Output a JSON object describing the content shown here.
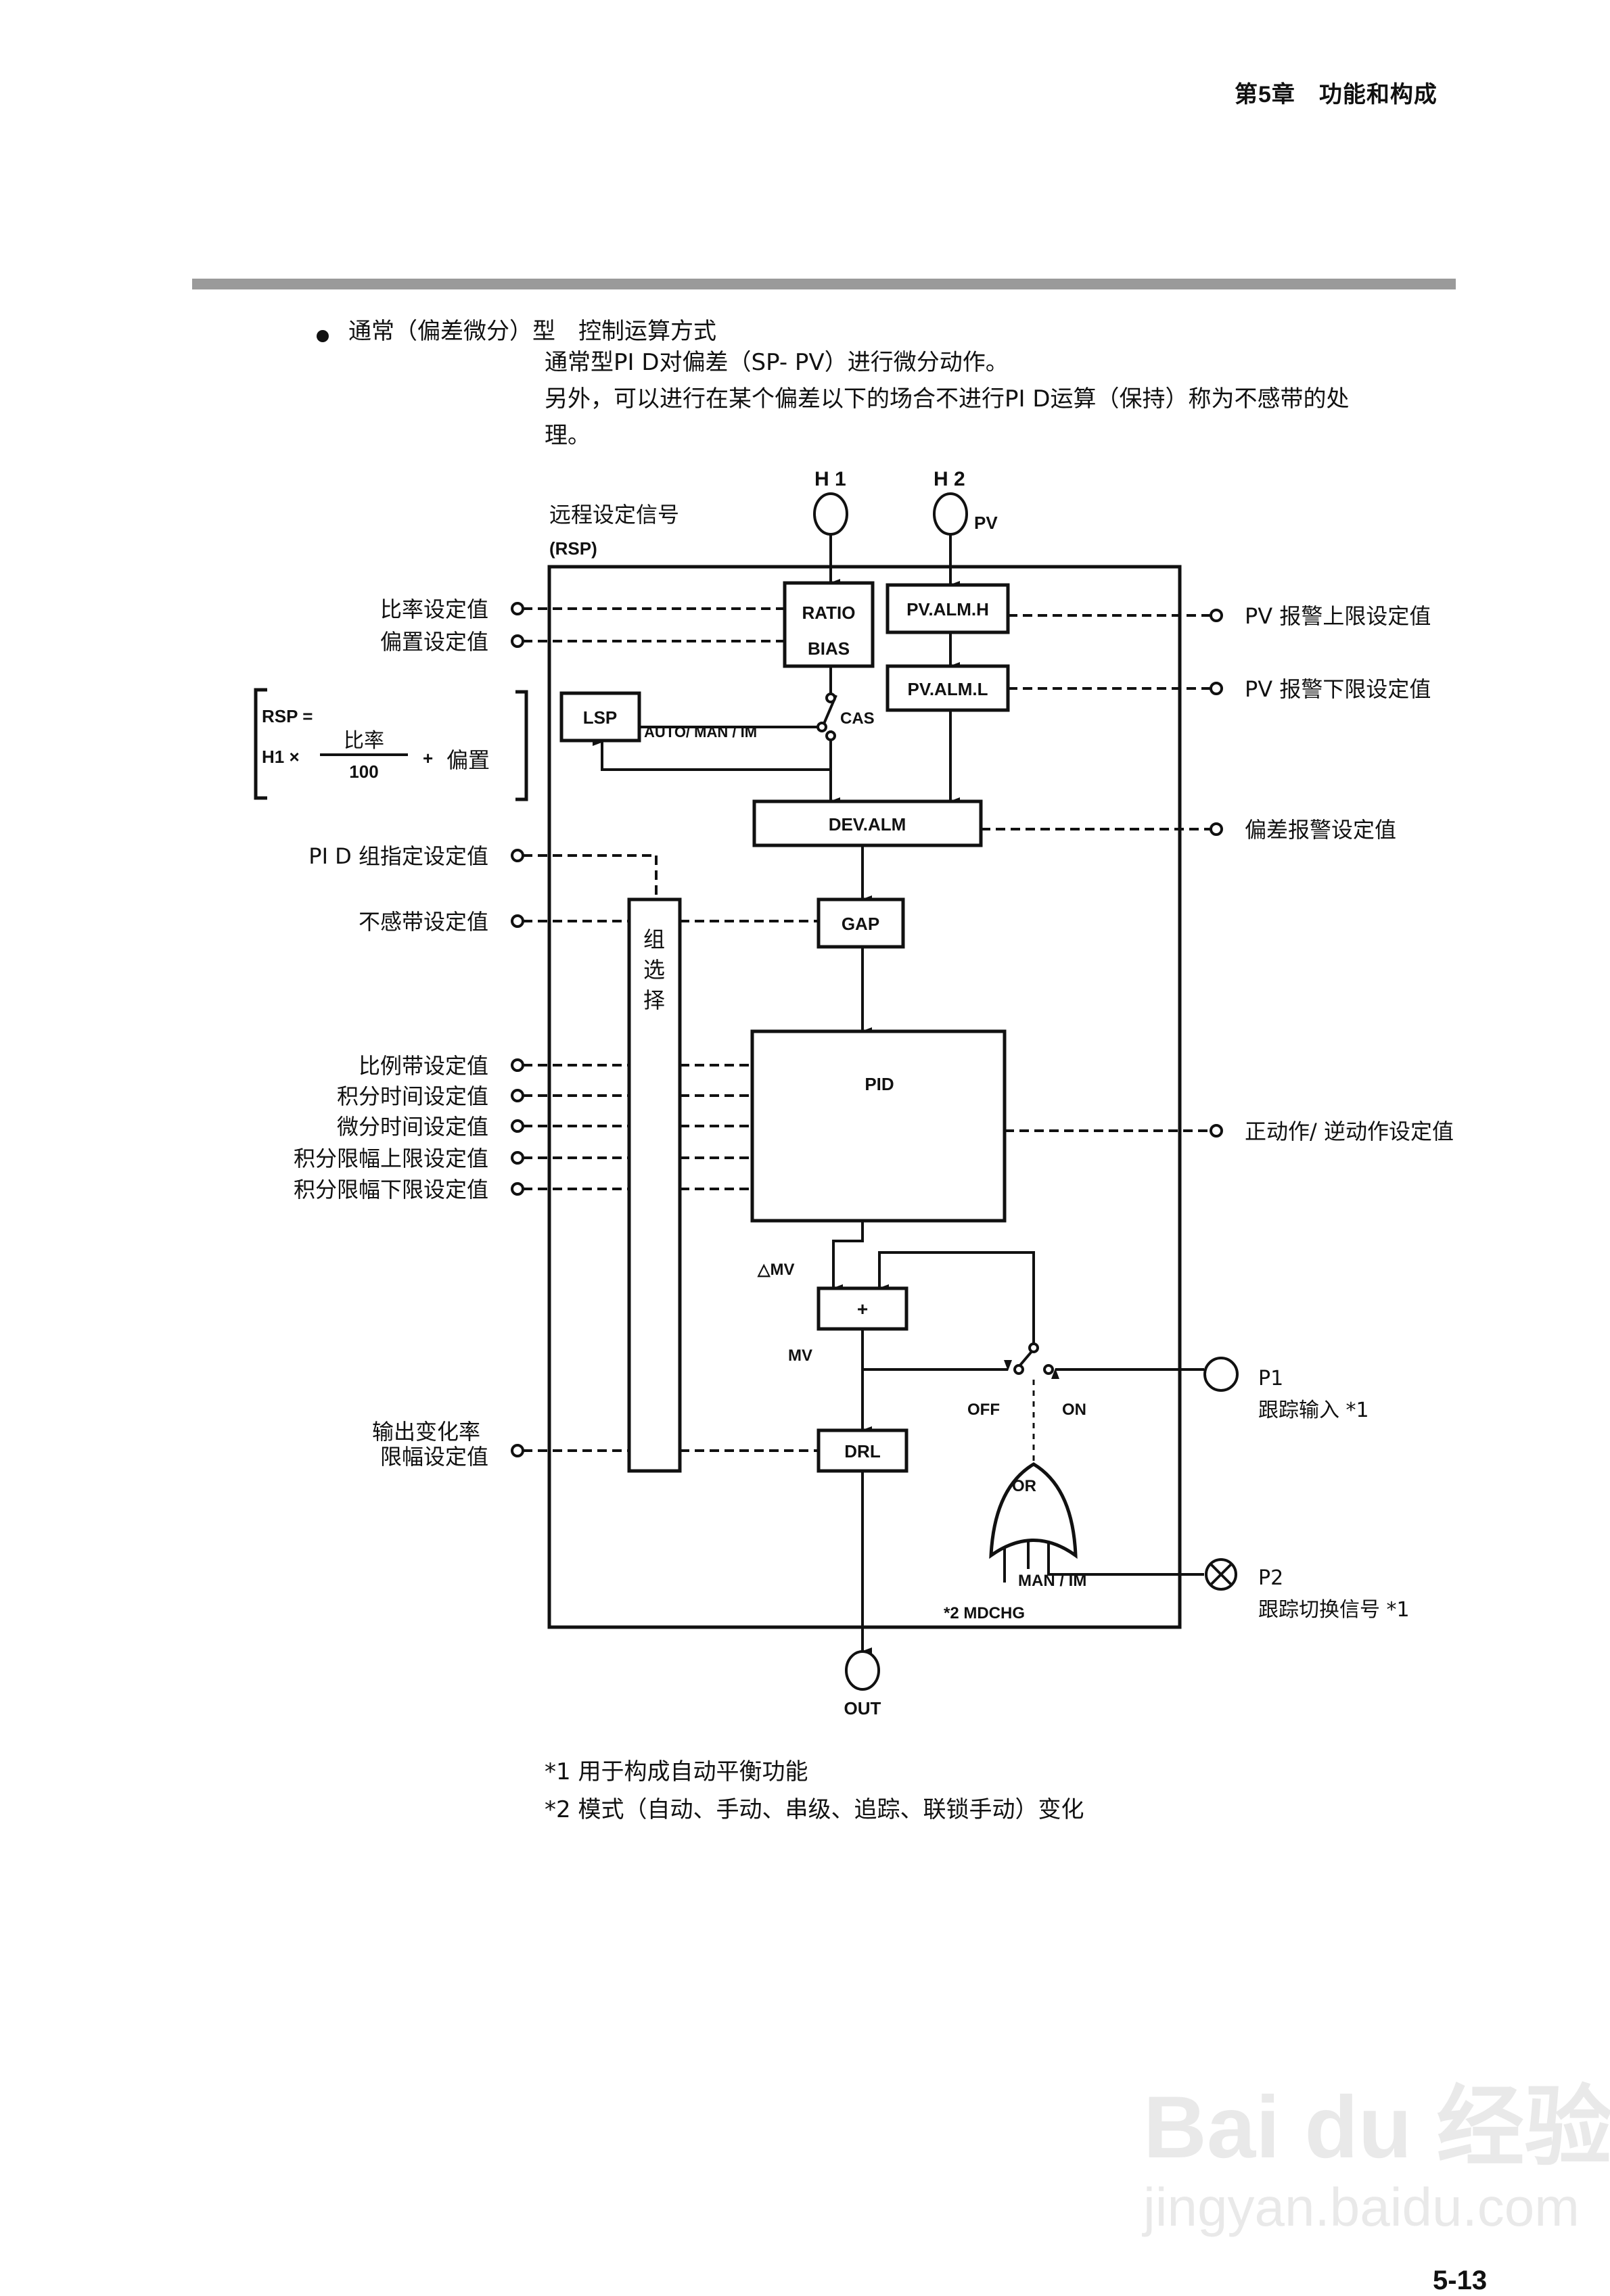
{
  "header": {
    "chapter": "第5章　功能和构成"
  },
  "section": {
    "title": "通常（偏差微分）型　控制运算方式",
    "body": [
      "通常型PI D对偏差（SP- PV）进行微分动作。",
      "另外，可以进行在某个偏差以下的场合不进行PI D运算（保持）称为不感带的处",
      "理。"
    ]
  },
  "diagram": {
    "inputs_top": {
      "h1": "H 1",
      "h2": "H 2",
      "pv": "PV"
    },
    "rsp_label": [
      "远程设定信号",
      "(RSP)"
    ],
    "blocks": {
      "ratio": "RATIO",
      "bias": "BIAS",
      "pv_alm_h": "PV.ALM.H",
      "pv_alm_l": "PV.ALM.L",
      "lsp": "LSP",
      "dev_alm": "DEV.ALM",
      "gap": "GAP",
      "pid": "PID",
      "sum": "+",
      "drl": "DRL",
      "or_gate": "OR",
      "group_select": [
        "组",
        "选",
        "择"
      ]
    },
    "switch_labels": {
      "cas": "CAS",
      "auto_man_im": "AUTO/ MAN / IM",
      "off": "OFF",
      "on": "ON",
      "delta_mv": "△MV",
      "mv": "MV",
      "man_im": "MAN / IM",
      "mdchg": "*2 MDCHG",
      "out": "OUT"
    },
    "formula": {
      "lhs": "RSP =",
      "h1x": "H1 ×",
      "numerator": "比率",
      "denominator": "100",
      "plus": "+",
      "bias": "偏置"
    },
    "left_params": [
      "比率设定值",
      "偏置设定值",
      "PI D 组指定设定值",
      "不感带设定值",
      "比例带设定值",
      "积分时间设定值",
      "微分时间设定值",
      "积分限幅上限设定值",
      "积分限幅下限设定值",
      "输出变化率",
      "限幅设定值"
    ],
    "right_params": [
      "PV 报警上限设定值",
      "PV 报警下限设定值",
      "偏差报警设定值",
      "正动作/ 逆动作设定值"
    ],
    "p1": {
      "id": "P1",
      "label": "跟踪输入 *1"
    },
    "p2": {
      "id": "P2",
      "label": "跟踪切换信号 *1"
    }
  },
  "footnotes": [
    "*1  用于构成自动平衡功能",
    "*2  模式（自动、手动、串级、追踪、联锁手动）变化"
  ],
  "page_number": "5-13",
  "watermark": {
    "brand": "Bai du 经验",
    "url": "jingyan.baidu.com"
  }
}
